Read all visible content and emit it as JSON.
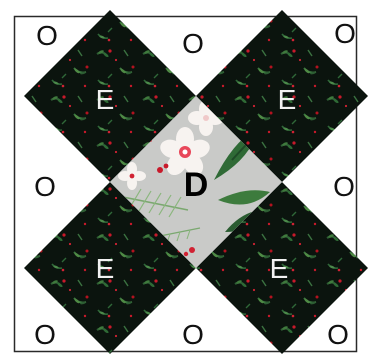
{
  "block": {
    "colors": {
      "background": "#ffffff",
      "border": "#2a2a2a",
      "dark_fabric": "#0b140e",
      "light_fabric": "#c9cac8",
      "leaf_dark": "#1f4a27",
      "leaf_light": "#4f8a45",
      "berry": "#c8192a",
      "flower": "#f7f3f0"
    },
    "labels": {
      "o_top_left": "O",
      "o_top_mid": "O",
      "o_top_right": "O",
      "o_mid_left": "O",
      "o_mid_right": "O",
      "o_bottom_left": "O",
      "o_bottom_mid": "O",
      "o_bottom_right": "O",
      "e_top_left": "E",
      "e_top_right": "E",
      "e_bottom_left": "E",
      "e_bottom_right": "E",
      "d_center": "D"
    }
  }
}
